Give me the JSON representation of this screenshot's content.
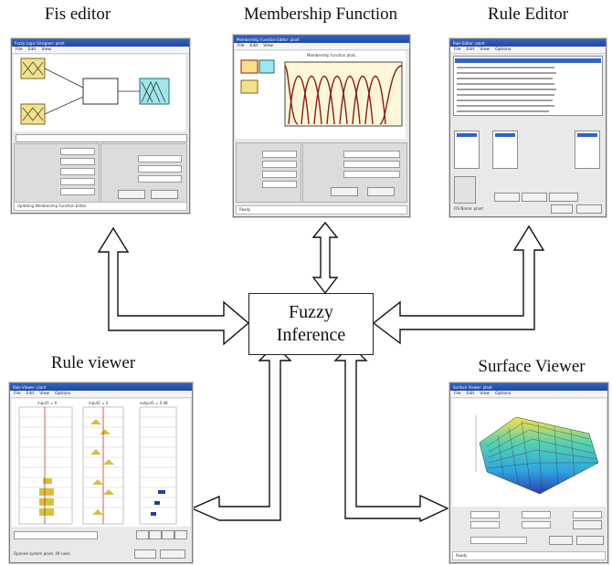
{
  "hub": {
    "line1": "Fuzzy",
    "line2": "Inference"
  },
  "panels": {
    "fis_editor": {
      "title": "Fis editor",
      "window_title": "Fuzzy Logic Designer: plant",
      "menu": [
        "File",
        "Edit",
        "View"
      ],
      "status": "Updating Membership Function Editor"
    },
    "membership": {
      "title": "Membership Function",
      "window_title": "Membership Function Editor: plant",
      "menu": [
        "File",
        "Edit",
        "View"
      ],
      "plot_title": "Membership function plots",
      "status": "Ready"
    },
    "rule_editor": {
      "title": "Rule Editor",
      "window_title": "Rule Editor: plant",
      "menu": [
        "File",
        "Edit",
        "View",
        "Options"
      ],
      "status": "FIS Name: plant"
    },
    "rule_viewer": {
      "title": "Rule viewer",
      "window_title": "Rule Viewer: plant",
      "menu": [
        "File",
        "Edit",
        "View",
        "Options"
      ],
      "col_labels": [
        "input1 = 0",
        "input2 = 0",
        "output1 = 0.48"
      ],
      "status": "Opened system plant, 49 rules"
    },
    "surface": {
      "title": "Surface Viewer",
      "window_title": "Surface Viewer: plant",
      "menu": [
        "File",
        "Edit",
        "View",
        "Options"
      ],
      "status": "Ready"
    }
  }
}
